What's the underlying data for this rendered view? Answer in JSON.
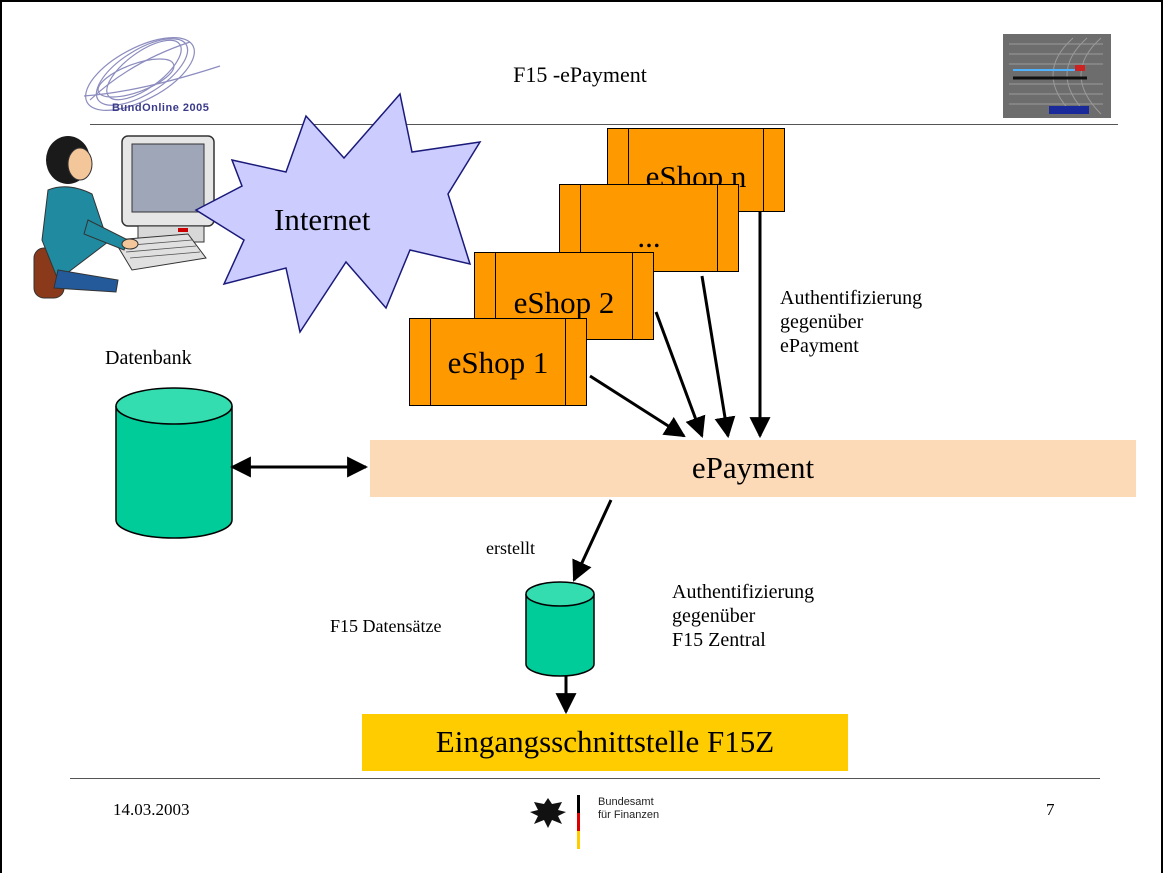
{
  "slide": {
    "title": "F15 -ePayment",
    "date": "14.03.2003",
    "page_number": "7"
  },
  "logos": {
    "bundonline_text": "BundOnline 2005",
    "bundesamt_line1": "Bundesamt",
    "bundesamt_line2": "für Finanzen"
  },
  "diagram": {
    "internet_label": "Internet",
    "datenbank_label": "Datenbank",
    "eshops": [
      {
        "label": "eShop n"
      },
      {
        "label": "..."
      },
      {
        "label": "eShop 2"
      },
      {
        "label": "eShop 1"
      }
    ],
    "auth_epayment_lines": [
      "Authentifizierung",
      "gegenüber",
      "ePayment"
    ],
    "epayment_label": "ePayment",
    "erstellt_label": "erstellt",
    "f15_datensaetze_label": "F15 Datensätze",
    "auth_f15_lines": [
      "Authentifizierung",
      "gegenüber",
      "F15 Zentral"
    ],
    "eingang_label": "Eingangsschnittstelle F15Z"
  },
  "colors": {
    "eshop_fill": "#ff9900",
    "epayment_bar": "#fcd9b7",
    "eingang_box": "#ffcc00",
    "database_fill": "#00cc99",
    "database_top": "#33ddb0",
    "internet_cloud": "#ccccff"
  }
}
